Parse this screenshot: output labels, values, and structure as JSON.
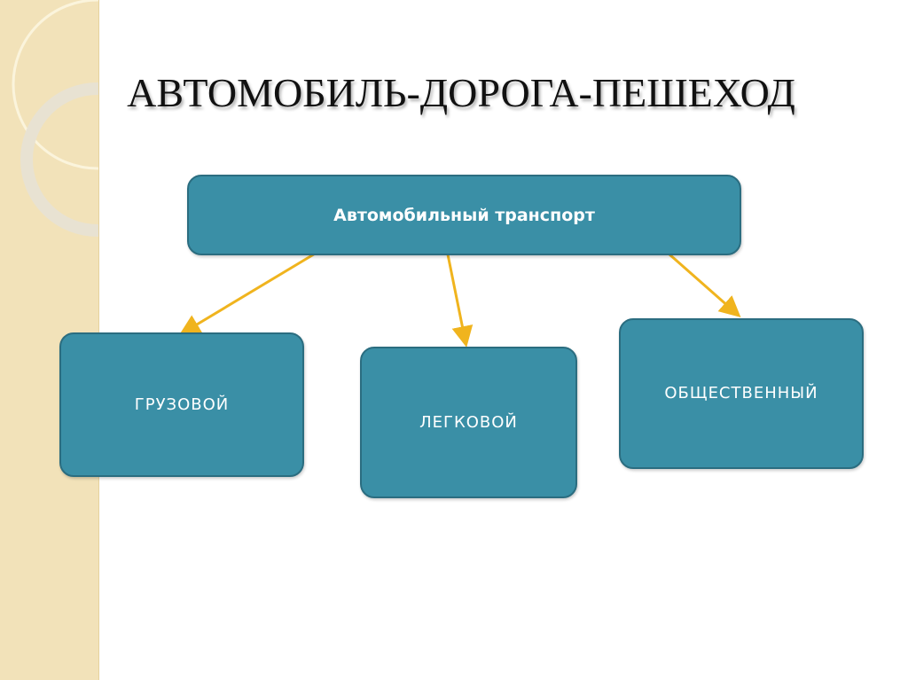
{
  "title": "АВТОМОБИЛЬ-ДОРОГА-ПЕШЕХОД",
  "root": {
    "label": "Автомобильный транспорт"
  },
  "children": [
    {
      "label": "ГРУЗОВОЙ"
    },
    {
      "label": "ЛЕГКОВОЙ"
    },
    {
      "label": "ОБЩЕСТВЕННЫЙ"
    }
  ],
  "colors": {
    "box": "#3a8fa6",
    "arrow": "#f0b41e",
    "sidebar": "#f2e2b9"
  }
}
